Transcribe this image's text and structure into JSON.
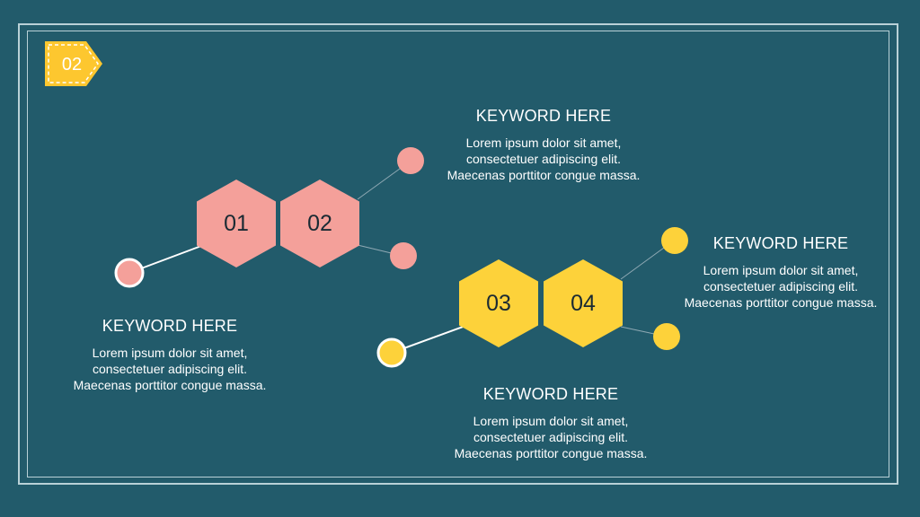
{
  "page_tag": {
    "label": "02",
    "color": "#fdc72f"
  },
  "colors": {
    "background": "#225b6b",
    "frame": "#b9d1d7",
    "pink": "#f4a09a",
    "yellow": "#fdd23a",
    "text": "#ffffff",
    "hex_text": "#1a2a33"
  },
  "hexagons": [
    {
      "label": "01",
      "color": "pink"
    },
    {
      "label": "02",
      "color": "pink"
    },
    {
      "label": "03",
      "color": "yellow"
    },
    {
      "label": "04",
      "color": "yellow"
    }
  ],
  "text_blocks": [
    {
      "heading": "KEYWORD HERE",
      "lines": [
        "Lorem ipsum dolor sit amet,",
        "consectetuer adipiscing elit.",
        "Maecenas porttitor congue massa."
      ]
    },
    {
      "heading": "KEYWORD HERE",
      "lines": [
        "Lorem ipsum dolor sit amet,",
        "consectetuer adipiscing elit.",
        "Maecenas porttitor congue massa."
      ]
    },
    {
      "heading": "KEYWORD HERE",
      "lines": [
        "Lorem ipsum dolor sit amet,",
        "consectetuer adipiscing elit.",
        "Maecenas porttitor congue massa."
      ]
    },
    {
      "heading": "KEYWORD HERE",
      "lines": [
        "Lorem ipsum dolor sit amet,",
        "consectetuer adipiscing elit.",
        "Maecenas porttitor congue massa."
      ]
    }
  ]
}
